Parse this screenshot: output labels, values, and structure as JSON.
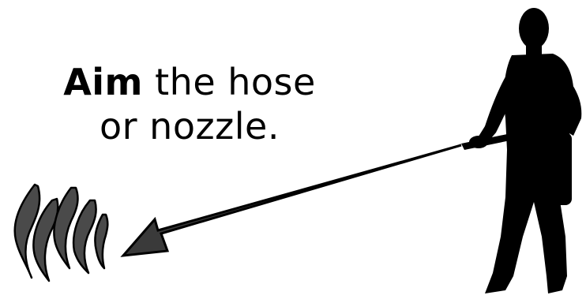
{
  "caption": {
    "emphasis": "Aim",
    "line1_rest": " the hose",
    "line2": "or nozzle."
  },
  "icons": {
    "fire": "fire-flames-icon",
    "arrow": "spray-direction-arrow-icon",
    "person": "person-with-extinguisher-icon"
  },
  "colors": {
    "background": "#ffffff",
    "silhouette": "#000000",
    "flame_fill": "#4a4a4a",
    "arrow_fill": "#3a3a3a"
  }
}
